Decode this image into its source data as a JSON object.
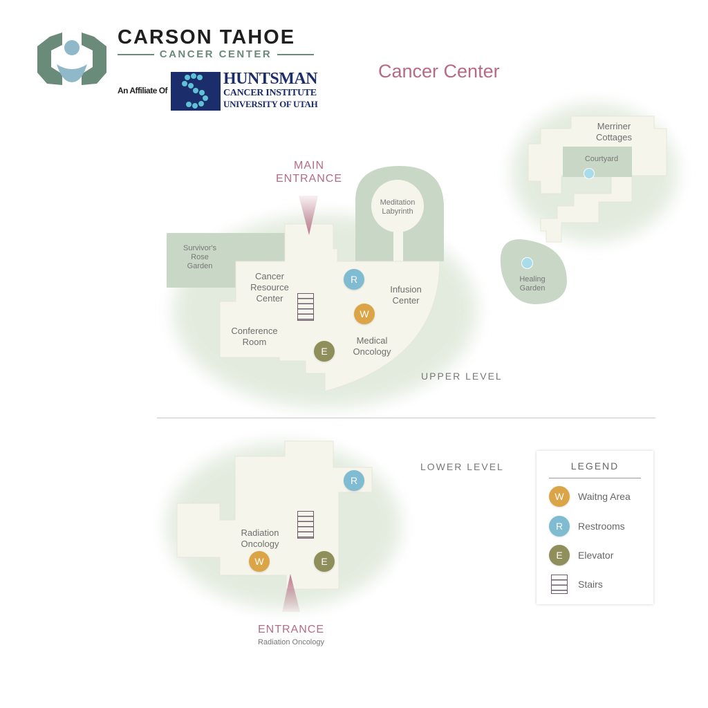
{
  "logo": {
    "name": "CARSON TAHOE",
    "subtitle": "CANCER CENTER",
    "affiliate": "An Affiliate Of",
    "huntsman_name": "HUNTSMAN",
    "huntsman_sub1": "CANCER INSTITUTE",
    "huntsman_sub2": "UNIVERSITY OF UTAH"
  },
  "page_title": "Cancer Center",
  "map": {
    "main_entrance_line1": "MAIN",
    "main_entrance_line2": "ENTRANCE",
    "upper_level": "UPPER LEVEL",
    "lower_level": "LOWER LEVEL",
    "entrance": "ENTRANCE",
    "entrance_sub": "Radiation Oncology",
    "rooms": {
      "survivors_rose_garden": [
        "Survivor's",
        "Rose",
        "Garden"
      ],
      "meditation_labyrinth": [
        "Meditation",
        "Labyrinth"
      ],
      "cancer_resource_center": [
        "Cancer",
        "Resource",
        "Center"
      ],
      "infusion_center": [
        "Infusion",
        "Center"
      ],
      "conference_room": [
        "Conference",
        "Room"
      ],
      "medical_oncology": [
        "Medical",
        "Oncology"
      ],
      "merriner_cottages": [
        "Merriner",
        "Cottages"
      ],
      "courtyard": "Courtyard",
      "healing_garden": [
        "Healing",
        "Garden"
      ],
      "radiation_oncology": [
        "Radiation",
        "Oncology"
      ]
    },
    "symbols": {
      "waiting": "W",
      "restroom": "R",
      "elevator": "E"
    }
  },
  "legend": {
    "title": "LEGEND",
    "items": [
      {
        "symbol": "W",
        "label": "Waitng Area",
        "color": "#dba547"
      },
      {
        "symbol": "R",
        "label": "Restrooms",
        "color": "#7fbcd1"
      },
      {
        "symbol": "E",
        "label": "Elevator",
        "color": "#8e8f5b"
      },
      {
        "symbol": "",
        "label": "Stairs",
        "color": "#6a5a6a"
      }
    ]
  },
  "colors": {
    "accent_pink": "#b56b83",
    "building_fill": "#f5f5ec",
    "garden_fill": "#c9d7c6",
    "logo_green": "#6a8a7a",
    "huntsman_blue": "#1b2d6b"
  }
}
